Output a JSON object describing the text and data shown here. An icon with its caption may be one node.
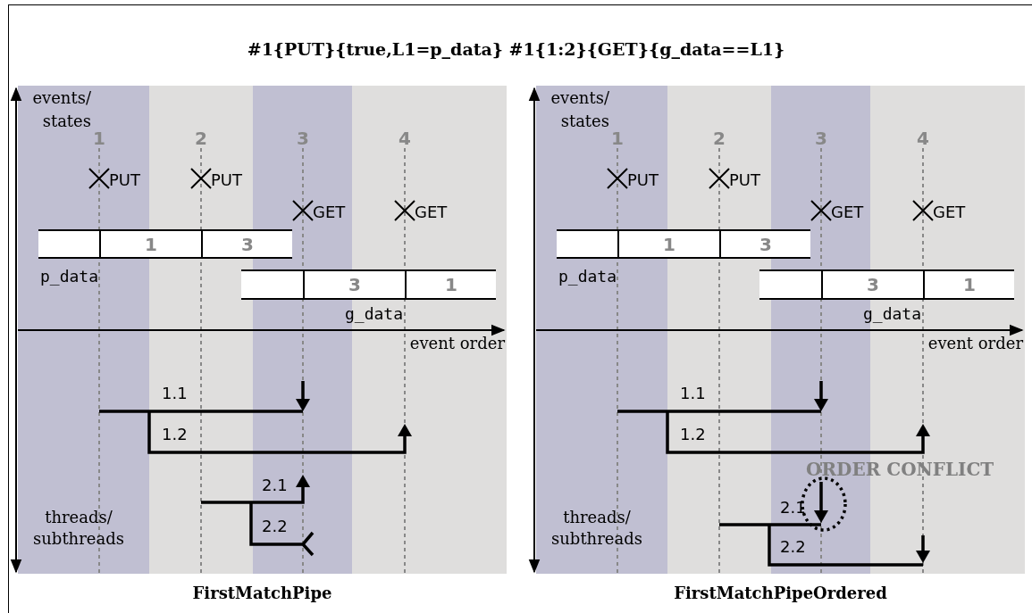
{
  "diagram": {
    "title": "#1{PUT}{true,L1=p_data} #1{1:2}{GET}{g_data==L1}",
    "nodes": [
      {
        "text": [
          "FirstMatchPipe"
        ]
      },
      {
        "text": [],
        "shape": "box",
        "in": 0
      },
      {
        "text": [
          "1"
        ],
        "in": 0
      },
      {
        "text": [
          "3"
        ],
        "in": 0
      },
      {
        "text": [],
        "shape": "box",
        "in": 0
      },
      {
        "text": [
          "3"
        ],
        "in": 0
      },
      {
        "text": [
          "1"
        ],
        "in": 0
      },
      {
        "text": [
          "FirstMatchPipeOrdered"
        ]
      },
      {
        "text": [],
        "shape": "box",
        "in": 7
      },
      {
        "text": [
          "1"
        ],
        "in": 7
      },
      {
        "text": [
          "3"
        ],
        "in": 7
      },
      {
        "text": [],
        "shape": "box",
        "in": 7
      },
      {
        "text": [
          "3"
        ],
        "in": 7
      },
      {
        "text": [
          "1"
        ],
        "in": 7
      }
    ],
    "labels": [
      "events/ states",
      "1",
      "2",
      "3",
      "4",
      "PUT",
      "PUT",
      "GET",
      "GET",
      "p_data",
      "g_data",
      "event order",
      "1.1",
      "1.2",
      "2.1",
      "2.2",
      "threads/ subthreads",
      "events/ states",
      "1",
      "2",
      "3",
      "4",
      "PUT",
      "PUT",
      "GET",
      "GET",
      "p_data",
      "g_data",
      "event order",
      "1.1",
      "1.2",
      "2.1",
      "2.2",
      "threads/ subthreads",
      "ORDER CONFLICT"
    ]
  }
}
